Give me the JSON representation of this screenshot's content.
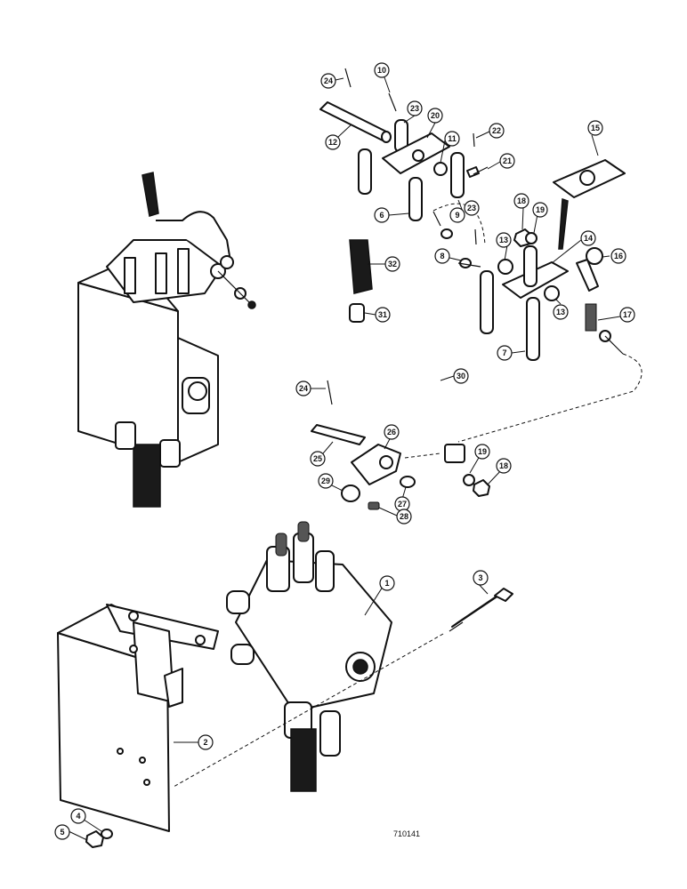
{
  "drawing_code": "710141",
  "callouts": {
    "c1": "1",
    "c2": "2",
    "c3": "3",
    "c4": "4",
    "c5": "5",
    "c6": "6",
    "c7": "7",
    "c8": "8",
    "c9": "9",
    "c10": "10",
    "c11": "11",
    "c12": "12",
    "c13a": "13",
    "c13b": "13",
    "c14": "14",
    "c15": "15",
    "c16": "16",
    "c17": "17",
    "c18a": "18",
    "c18b": "18",
    "c19a": "19",
    "c19b": "19",
    "c20": "20",
    "c21": "21",
    "c22": "22",
    "c23a": "23",
    "c23b": "23",
    "c24a": "24",
    "c24b": "24",
    "c25": "25",
    "c26": "26",
    "c27": "27",
    "c28": "28",
    "c29": "29",
    "c30": "30",
    "c31": "31",
    "c32": "32"
  }
}
